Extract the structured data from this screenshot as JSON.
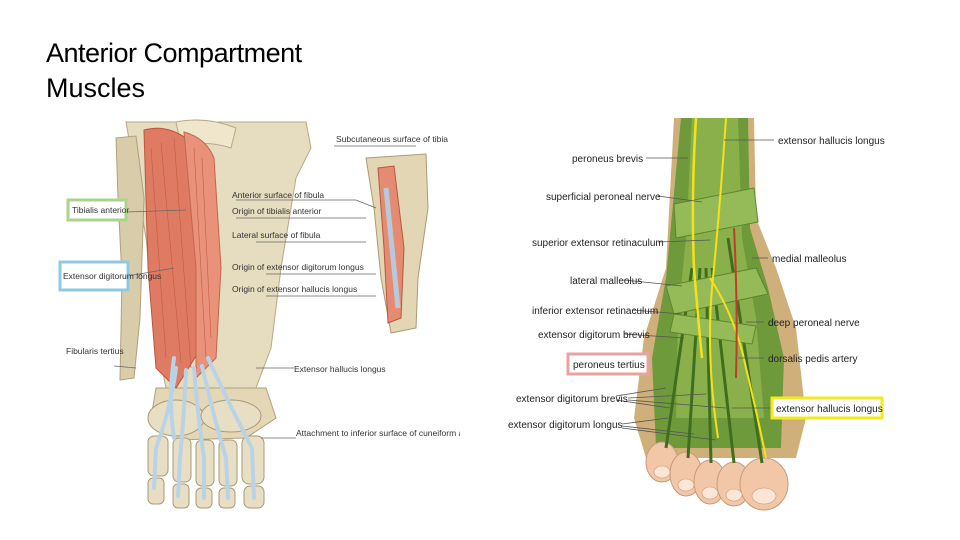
{
  "slide": {
    "title": "Anterior Compartment",
    "subtitle": "Muscles"
  },
  "left_figure": {
    "labels": {
      "subcutaneous": "Subcutaneous surface of tibia",
      "anterior_surface": "Anterior surface of fibula",
      "origin_tibialis": "Origin of tibialis anterior",
      "lateral_surface": "Lateral surface of fibula",
      "origin_edl": "Origin of extensor digitorum longus",
      "origin_ehl": "Origin of extensor hallucis longus",
      "tibialis_anterior": "Tibialis anterior",
      "edl": "Extensor digitorum longus",
      "fibularis_tertius": "Fibularis tertius",
      "ehl": "Extensor hallucis longus",
      "attachment": "Attachment to inferior surface of cuneiform and metatarsal"
    },
    "highlight_colors": {
      "tibialis": "#a8d58a",
      "edl": "#8fcbe0"
    }
  },
  "right_figure": {
    "labels": {
      "ehl_top": "extensor hallucis longus",
      "peroneus_brevis": "peroneus brevis",
      "superficial_peroneal": "superficial peroneal nerve",
      "sup_ext_retinaculum": "superior extensor retinaculum",
      "lateral_malleolus": "lateral malleolus",
      "inf_ext_retinaculum": "inferior extensor retinaculum",
      "edb_upper": "extensor digitorum brevis",
      "peroneus_tertius": "peroneus tertius",
      "edb_lower": "extensor digitorum brevis",
      "edl": "extensor digitorum longus",
      "medial_malleolus": "medial malleolus",
      "deep_peroneal": "deep peroneal nerve",
      "dorsalis_pedis": "dorsalis pedis artery",
      "ehl_boxed": "extensor hallucis longus"
    },
    "highlight_colors": {
      "peroneus_tertius": "#e8a3a0",
      "ehl_boxed": "#f2ea1c"
    }
  }
}
